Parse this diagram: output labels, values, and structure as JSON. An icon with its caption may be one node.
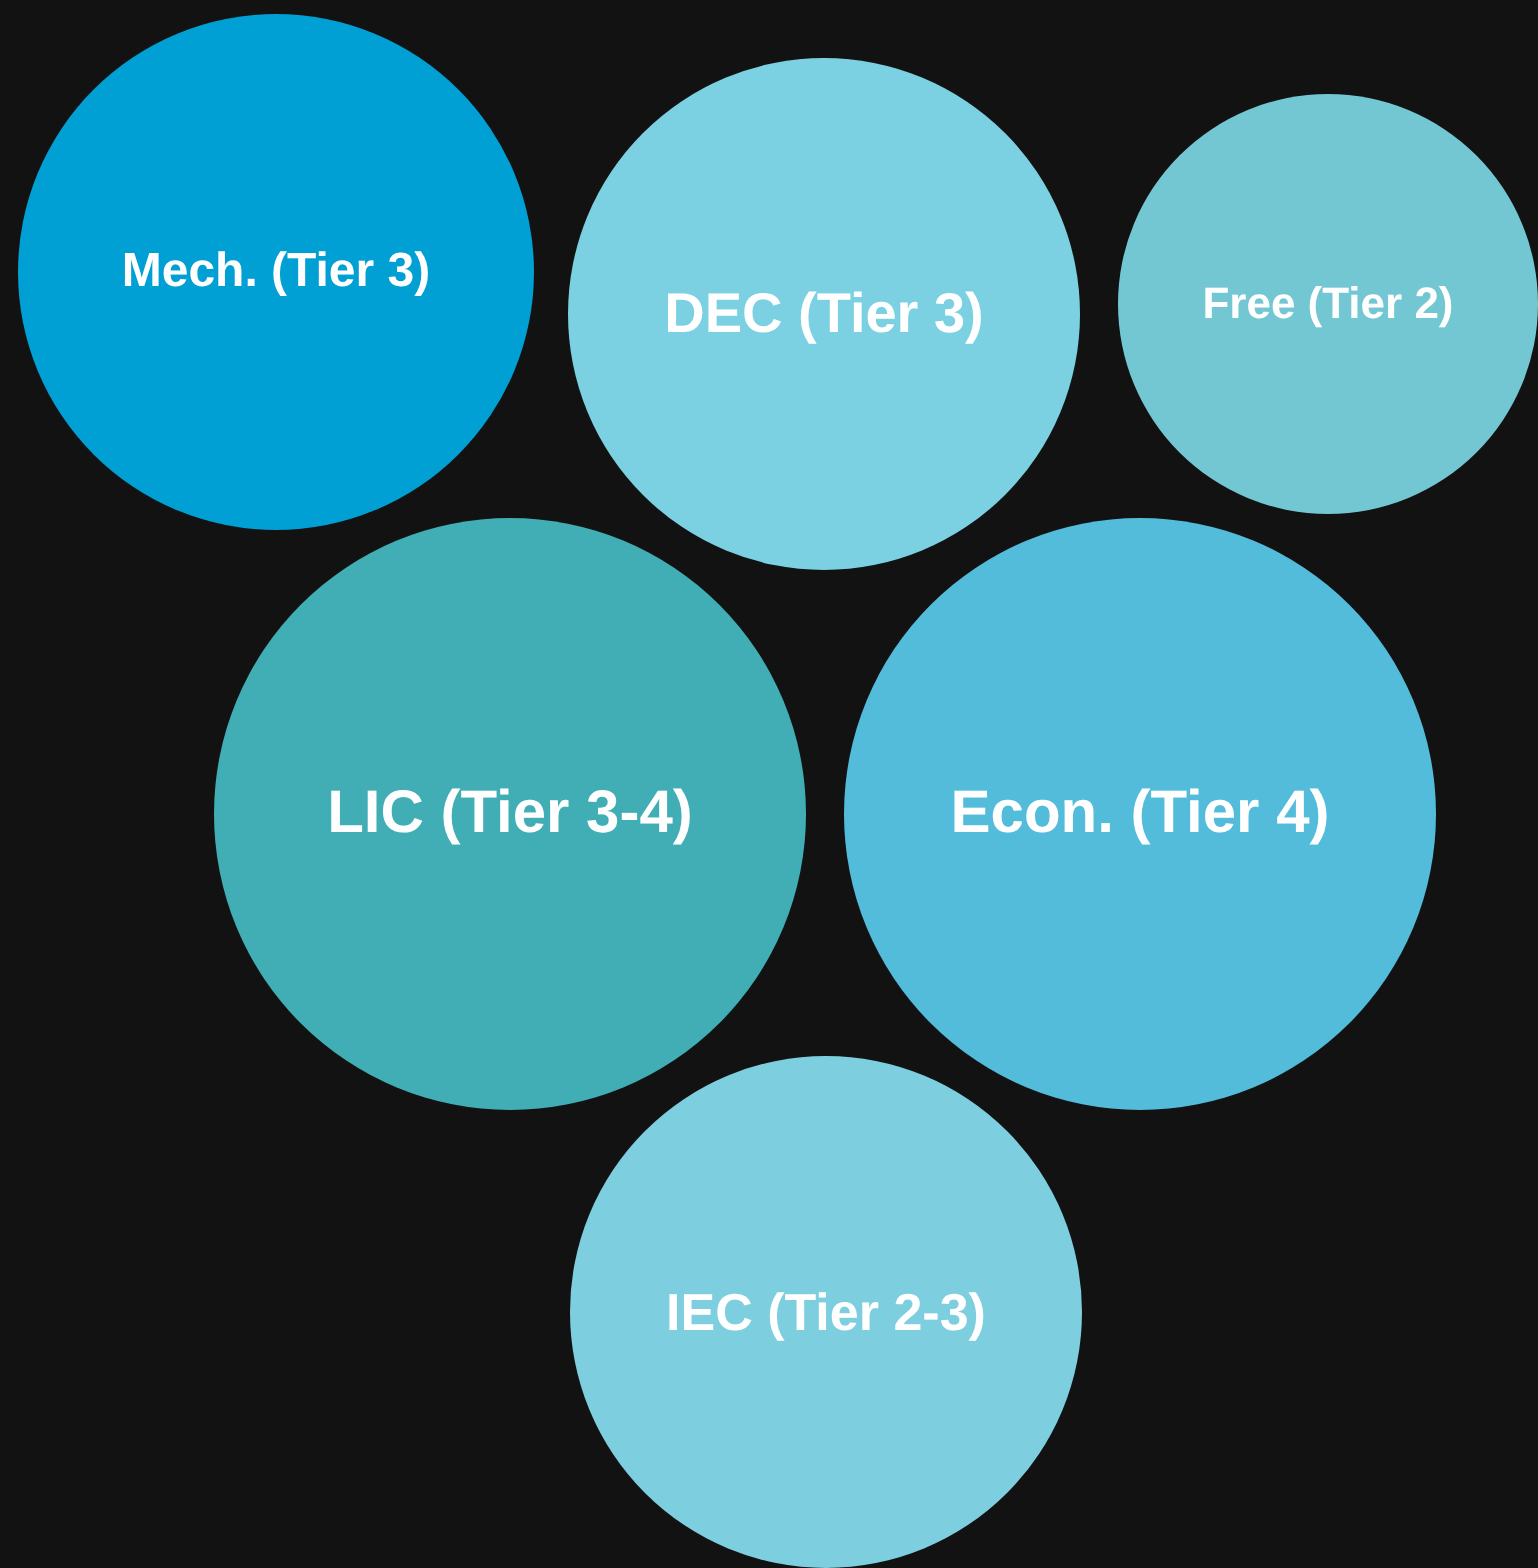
{
  "diagram": {
    "nodes": [
      {
        "text": [
          "Mech. (Tier 3)"
        ]
      },
      {
        "text": [
          "DEC (Tier 3)"
        ]
      },
      {
        "text": [
          "Free (Tier 2)"
        ]
      },
      {
        "text": [
          "LIC (Tier 3-4)"
        ]
      },
      {
        "text": [
          "Econ. (Tier 4)"
        ]
      },
      {
        "text": [
          "IEC (Tier 2-3)"
        ]
      }
    ]
  }
}
